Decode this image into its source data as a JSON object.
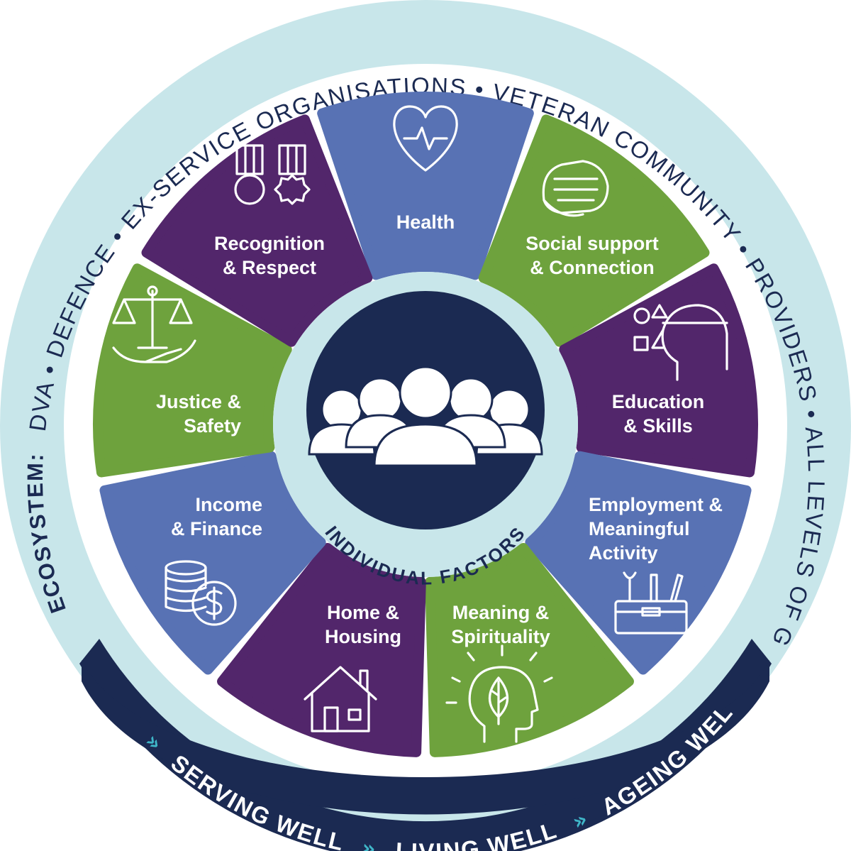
{
  "ecosystem": {
    "label": "ECOSYSTEM:",
    "items_text": "DVA  •  DEFENCE  •  EX-SERVICE ORGANISATIONS  •  VETERAN COMMUNITY  •  PROVIDERS  •  ALL LEVELS OF GOVERNMENT"
  },
  "journey": {
    "arrow": "»",
    "serving": "SERVING WELL",
    "living": "LIVING WELL",
    "ageing": "AGEING WELL"
  },
  "center": {
    "label": "INDIVIDUAL FACTORS",
    "icon": "people-group-icon"
  },
  "segments": [
    {
      "line1": "Health",
      "line2": "",
      "line3": "",
      "icon": "heart-pulse-icon",
      "color": "#5872b4"
    },
    {
      "line1": "Social support",
      "line2": "& Connection",
      "line3": "",
      "icon": "handshake-icon",
      "color": "#6ea23d"
    },
    {
      "line1": "Education",
      "line2": "& Skills",
      "line3": "",
      "icon": "head-shapes-icon",
      "color": "#52266b"
    },
    {
      "line1": "Employment &",
      "line2": "Meaningful",
      "line3": "Activity",
      "icon": "toolbox-icon",
      "color": "#5872b4"
    },
    {
      "line1": "Meaning &",
      "line2": "Spirituality",
      "line3": "",
      "icon": "head-leaf-icon",
      "color": "#6ea23d"
    },
    {
      "line1": "Home &",
      "line2": "Housing",
      "line3": "",
      "icon": "house-icon",
      "color": "#52266b"
    },
    {
      "line1": "Income",
      "line2": "& Finance",
      "line3": "",
      "icon": "coins-dollar-icon",
      "color": "#5872b4"
    },
    {
      "line1": "Justice &",
      "line2": "Safety",
      "line3": "",
      "icon": "scales-hand-icon",
      "color": "#6ea23d"
    },
    {
      "line1": "Recognition",
      "line2": "& Respect",
      "line3": "",
      "icon": "medals-icon",
      "color": "#52266b"
    }
  ],
  "colors": {
    "outer_ring": "#c8e6ea",
    "band": "#1b2a52",
    "center_disc": "#1b2a52",
    "inner_ring": "#c8e6ea",
    "text_dark": "#1b2a52",
    "chevron": "#3fb6c8"
  }
}
